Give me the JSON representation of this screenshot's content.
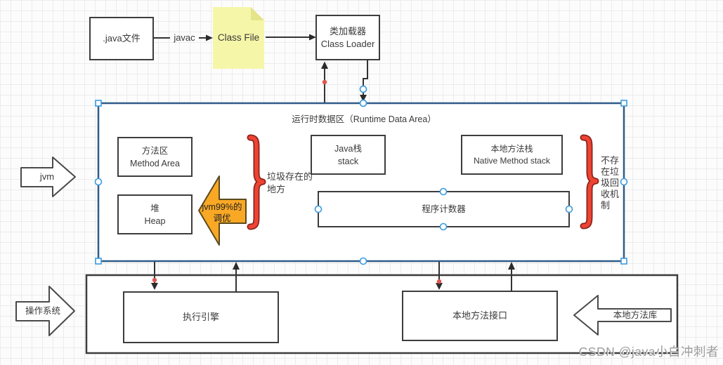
{
  "diagram": {
    "watermark": "CSDN @java小白冲刺者",
    "compile_flow": {
      "java_file": ".java文件",
      "javac": "javac",
      "class_file": "Class File",
      "class_loader": "类加载器\nClass Loader"
    },
    "runtime": {
      "title": "运行时数据区（Runtime Data Area）",
      "method_area": "方法区\nMethod Area",
      "heap": "堆\nHeap",
      "java_stack": "Java栈\nstack",
      "native_method_stack": "本地方法栈\nNative Method stack",
      "pc_register": "程序计数器",
      "gc_note": "垃圾存在的\n地方",
      "no_gc_note": "不存在垃圾回收机制",
      "tuning_note": "jvm99%的\n调优"
    },
    "jvm_label": "jvm",
    "os_label": "操作系统",
    "bottom": {
      "execution_engine": "执行引擎",
      "native_interface": "本地方法接口",
      "native_library": "本地方法库"
    },
    "colors": {
      "box_border": "#3d3d3d",
      "container_border": "#2f5b88",
      "selection_blue": "#3b9bdf",
      "brace_red": "#ee4333",
      "brace_outline": "#8a241a",
      "arrow_orange": "#f9a825",
      "note_yellow": "#f6f6a9",
      "note_fold_yellow": "#e4e489",
      "connector_dot_red": "#e25450"
    }
  }
}
